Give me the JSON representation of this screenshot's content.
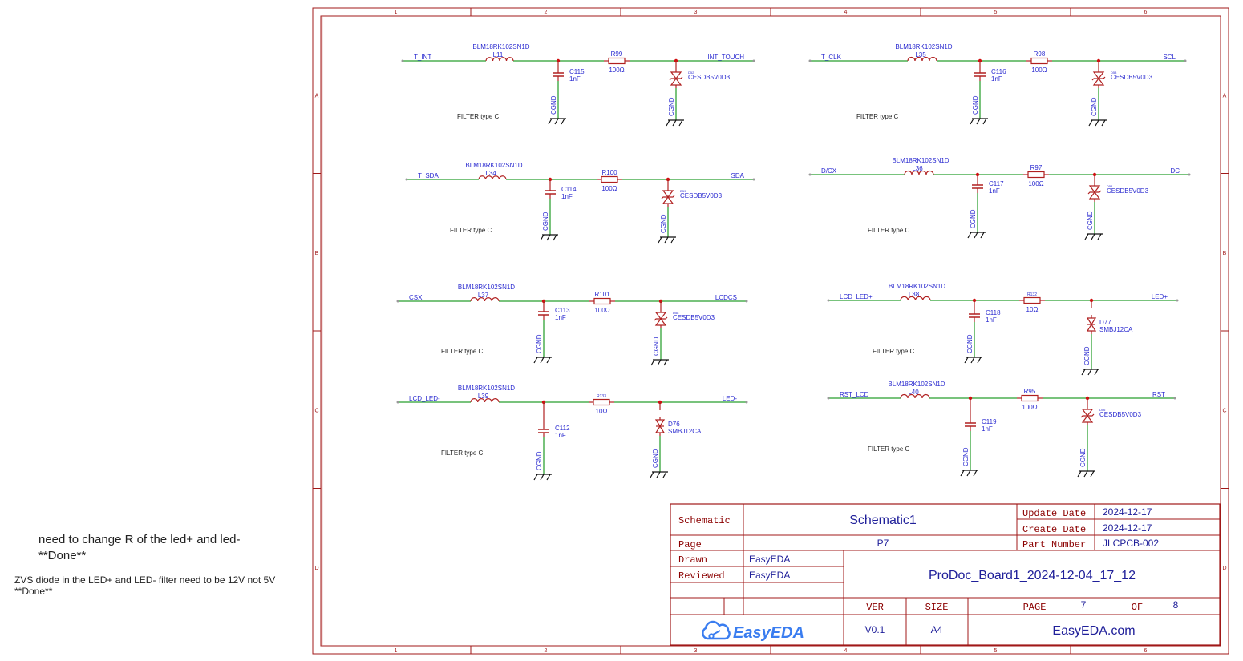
{
  "notes": [
    {
      "text": "need to change R of the led+ and led-",
      "size": "big"
    },
    {
      "text": "**Done**",
      "size": "big"
    },
    {
      "text": "ZVS diode in the LED+ and LED- filter need to be 12V not 5V",
      "size": "small"
    },
    {
      "text": "**Done**",
      "size": "small"
    }
  ],
  "frame": {
    "columns": [
      "1",
      "2",
      "3",
      "4",
      "5",
      "6"
    ],
    "rows": [
      "A",
      "B",
      "C",
      "D"
    ]
  },
  "filters": [
    {
      "id": "f1",
      "net_in": "T_INT",
      "inductor_part": "BLM18RK102SN1D",
      "inductor": "L11",
      "capacitor": "C115",
      "cap_value": "1nF",
      "resistor": "R99",
      "res_value": "100Ω",
      "diode": "D52",
      "diode_part": "CESDB5V0D3",
      "diode_type": "tvs-uni",
      "net_out": "INT_TOUCH",
      "gnd": "CGND",
      "label": "FILTER type C"
    },
    {
      "id": "f2",
      "net_in": "T_CLK",
      "inductor_part": "BLM18RK102SN1D",
      "inductor": "L35",
      "capacitor": "C116",
      "cap_value": "1nF",
      "resistor": "R98",
      "res_value": "100Ω",
      "diode": "D53",
      "diode_part": "CESDB5V0D3",
      "diode_type": "tvs-uni",
      "net_out": "SCL",
      "gnd": "CGND",
      "label": "FILTER type C"
    },
    {
      "id": "f3",
      "net_in": "T_SDA",
      "inductor_part": "BLM18RK102SN1D",
      "inductor": "L34",
      "capacitor": "C114",
      "cap_value": "1nF",
      "resistor": "R100",
      "res_value": "100Ω",
      "diode": "D59",
      "diode_part": "CESDB5V0D3",
      "diode_type": "tvs-uni",
      "net_out": "SDA",
      "gnd": "CGND",
      "label": "FILTER type C"
    },
    {
      "id": "f4",
      "net_in": "D/CX",
      "inductor_part": "BLM18RK102SN1D",
      "inductor": "L36",
      "capacitor": "C117",
      "cap_value": "1nF",
      "resistor": "R97",
      "res_value": "100Ω",
      "diode": "D54",
      "diode_part": "CESDB5V0D3",
      "diode_type": "tvs-uni",
      "net_out": "DC",
      "gnd": "CGND",
      "label": "FILTER type C"
    },
    {
      "id": "f5",
      "net_in": "CSX",
      "inductor_part": "BLM18RK102SN1D",
      "inductor": "L37",
      "capacitor": "C113",
      "cap_value": "1nF",
      "resistor": "R101",
      "res_value": "100Ω",
      "diode": "D58",
      "diode_part": "CESDB5V0D3",
      "diode_type": "tvs-uni",
      "net_out": "LCDCS",
      "gnd": "CGND",
      "label": "FILTER type C"
    },
    {
      "id": "f6",
      "net_in": "LCD_LED+",
      "inductor_part": "BLM18RK102SN1D",
      "inductor": "L38",
      "capacitor": "C118",
      "cap_value": "1nF",
      "resistor": "R132",
      "res_value": "10Ω",
      "diode": "D77",
      "diode_part": "SMBJ12CA",
      "diode_type": "tvs-bi",
      "net_out": "LED+",
      "gnd": "CGND",
      "label": "FILTER type C"
    },
    {
      "id": "f7",
      "net_in": "LCD_LED-",
      "inductor_part": "BLM18RK102SN1D",
      "inductor": "L39",
      "capacitor": "C112",
      "cap_value": "1nF",
      "resistor": "R133",
      "res_value": "10Ω",
      "diode": "D76",
      "diode_part": "SMBJ12CA",
      "diode_type": "tvs-bi",
      "net_out": "LED-",
      "gnd": "CGND",
      "label": "FILTER type C"
    },
    {
      "id": "f8",
      "net_in": "RST_LCD",
      "inductor_part": "BLM18RK102SN1D",
      "inductor": "L40",
      "capacitor": "C119",
      "cap_value": "1nF",
      "resistor": "R95",
      "res_value": "100Ω",
      "diode": "D56",
      "diode_part": "CESDB5V0D3",
      "diode_type": "tvs-uni",
      "net_out": "RST",
      "gnd": "CGND",
      "label": "FILTER type C"
    }
  ],
  "title_block": {
    "schematic_label": "Schematic",
    "schematic_value": "Schematic1",
    "page_label": "Page",
    "page_value": "P7",
    "drawn_label": "Drawn",
    "drawn_value": "EasyEDA",
    "reviewed_label": "Reviewed",
    "reviewed_value": "EasyEDA",
    "update_date_label": "Update Date",
    "update_date_value": "2024-12-17",
    "create_date_label": "Create Date",
    "create_date_value": "2024-12-17",
    "part_number_label": "Part Number",
    "part_number_value": "JLCPCB-002",
    "project_name": "ProDoc_Board1_2024-12-04_17_12",
    "ver_label": "VER",
    "ver_value": "V0.1",
    "size_label": "SIZE",
    "size_value": "A4",
    "page_num_label": "PAGE",
    "page_num": "7",
    "of_label": "OF",
    "page_total": "8",
    "website": "EasyEDA.com",
    "logo_text": "EasyEDA"
  },
  "colors": {
    "frame": "#a01818",
    "frame_light": "#d88a8a",
    "wire": "#4caf50",
    "component": "#b02020",
    "text_blue": "#2a2ad0",
    "junction": "#d01010",
    "title_label": "#8b0000",
    "title_value": "#20209a",
    "logo": "#3a7df0"
  }
}
